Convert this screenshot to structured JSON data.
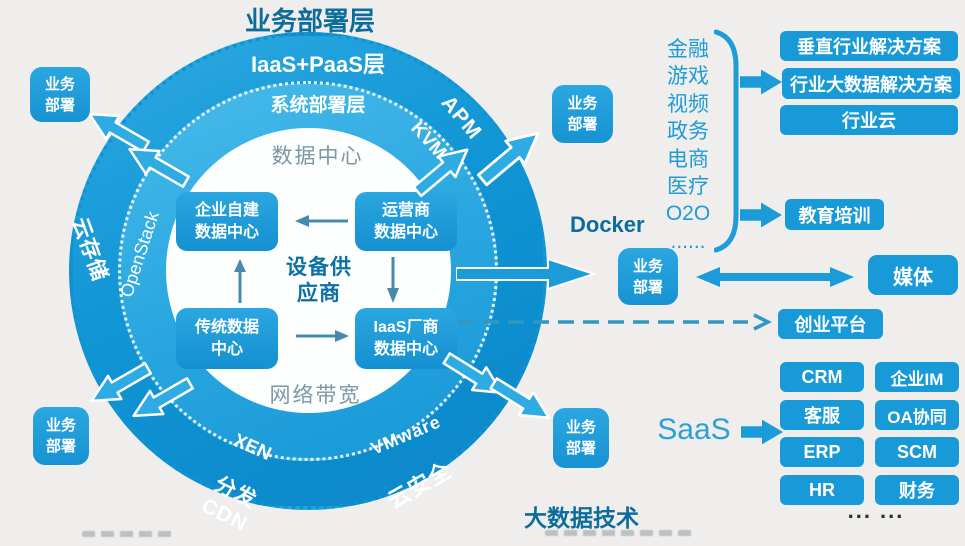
{
  "colors": {
    "accent": "#1b9cd8",
    "ring_outer": "#0f93d3",
    "ring_middle": "#2fade4",
    "dark_label": "#0c6d9c",
    "muted_label": "#7b97a9",
    "list_text": "#1f9cd7",
    "dots_text": "#2f2f2f",
    "background": "#efeeec"
  },
  "titles": {
    "deployment_layer": "业务部署层",
    "big_data_tech": "大数据技术",
    "docker": "Docker",
    "saas": "SaaS"
  },
  "badge": {
    "label": "业务\n部署"
  },
  "ring_outer": {
    "iaas_paas": "IaaS+PaaS层",
    "cloud_storage": "云存储",
    "apm": "APM",
    "cdn": "分发CDN",
    "cloud_security": "云安全"
  },
  "ring_middle": {
    "system_layer": "系统部署层",
    "openstack": "OpenStack",
    "kvm": "KVM",
    "xen": "XEN",
    "vmware": "VMware"
  },
  "inner": {
    "datacenter": "数据中心",
    "bandwidth": "网络带宽",
    "supplier": "设备供\n应商",
    "boxes": [
      {
        "label": "企业自建\n数据中心"
      },
      {
        "label": "运营商\n数据中心"
      },
      {
        "label": "传统数据\n中心"
      },
      {
        "label": "IaaS厂商\n数据中心"
      }
    ]
  },
  "industries": [
    "金融",
    "游戏",
    "视频",
    "政务",
    "电商",
    "医疗",
    "O2O",
    "......"
  ],
  "solutions": [
    "垂直行业解决方案",
    "行业大数据解决方案",
    "行业云"
  ],
  "education": "教育培训",
  "media": "媒体",
  "startup_platform": "创业平台",
  "saas_apps": [
    [
      "CRM",
      "企业IM"
    ],
    [
      "客服",
      "OA协同"
    ],
    [
      "ERP",
      "SCM"
    ],
    [
      "HR",
      "财务"
    ]
  ],
  "more_dots": "...  ..."
}
